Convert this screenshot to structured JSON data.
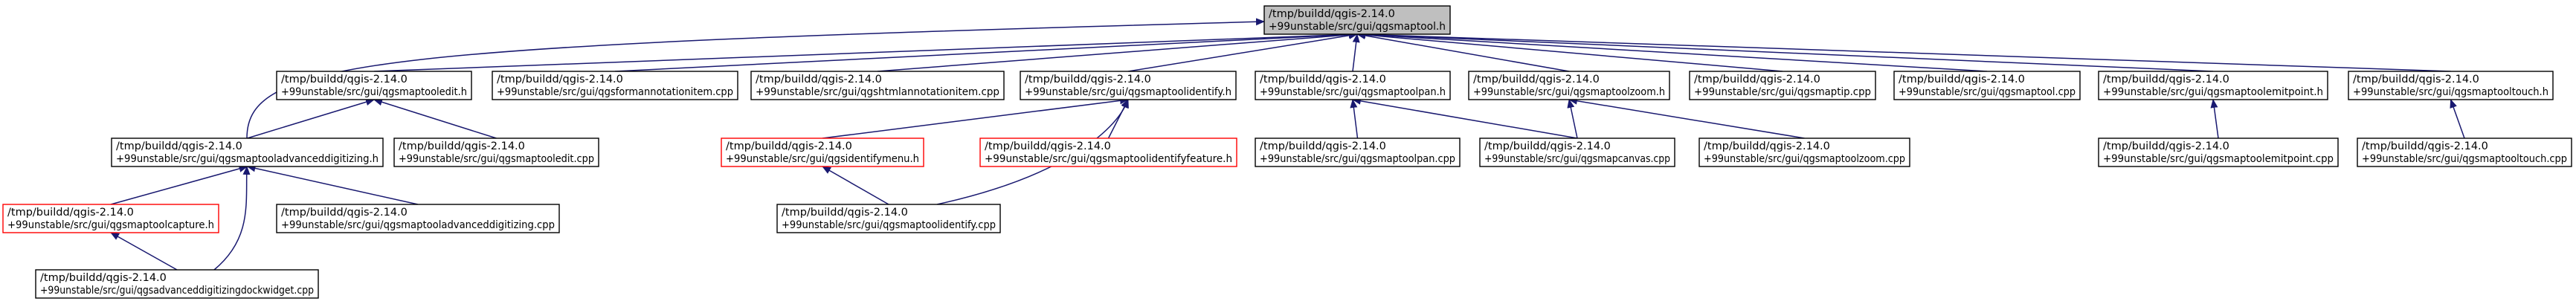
{
  "title": "",
  "colors": {
    "background": "#ffffff",
    "node_border": "#000000",
    "node_border_truncated": "#ff0000",
    "root_fill": "#bfbfbf",
    "node_fill": "#ffffff",
    "edge": "#191970"
  },
  "nodes": [
    {
      "id": "root",
      "line1": "/tmp/buildd/qgis-2.14.0",
      "line2": "+99unstable/src/gui/qgsmaptool.h",
      "style": "root"
    },
    {
      "id": "maptooledit_h",
      "line1": "/tmp/buildd/qgis-2.14.0",
      "line2": "+99unstable/src/gui/qgsmaptooledit.h",
      "style": "normal"
    },
    {
      "id": "formannotationitem_cpp",
      "line1": "/tmp/buildd/qgis-2.14.0",
      "line2": "+99unstable/src/gui/qgsformannotationitem.cpp",
      "style": "normal"
    },
    {
      "id": "htmlannotationitem_cpp",
      "line1": "/tmp/buildd/qgis-2.14.0",
      "line2": "+99unstable/src/gui/qgshtmlannotationitem.cpp",
      "style": "normal"
    },
    {
      "id": "maptoolidentify_h",
      "line1": "/tmp/buildd/qgis-2.14.0",
      "line2": "+99unstable/src/gui/qgsmaptoolidentify.h",
      "style": "normal"
    },
    {
      "id": "maptoolpan_h",
      "line1": "/tmp/buildd/qgis-2.14.0",
      "line2": "+99unstable/src/gui/qgsmaptoolpan.h",
      "style": "normal"
    },
    {
      "id": "maptoolzoom_h",
      "line1": "/tmp/buildd/qgis-2.14.0",
      "line2": "+99unstable/src/gui/qgsmaptoolzoom.h",
      "style": "normal"
    },
    {
      "id": "maptip_cpp",
      "line1": "/tmp/buildd/qgis-2.14.0",
      "line2": "+99unstable/src/gui/qgsmaptip.cpp",
      "style": "normal"
    },
    {
      "id": "maptool_cpp",
      "line1": "/tmp/buildd/qgis-2.14.0",
      "line2": "+99unstable/src/gui/qgsmaptool.cpp",
      "style": "normal"
    },
    {
      "id": "maptoolemitpoint_h",
      "line1": "/tmp/buildd/qgis-2.14.0",
      "line2": "+99unstable/src/gui/qgsmaptoolemitpoint.h",
      "style": "normal"
    },
    {
      "id": "maptooltouch_h",
      "line1": "/tmp/buildd/qgis-2.14.0",
      "line2": "+99unstable/src/gui/qgsmaptooltouch.h",
      "style": "normal"
    },
    {
      "id": "maptooladvanceddigitizing_h",
      "line1": "/tmp/buildd/qgis-2.14.0",
      "line2": "+99unstable/src/gui/qgsmaptooladvanceddigitizing.h",
      "style": "normal"
    },
    {
      "id": "maptooledit_cpp",
      "line1": "/tmp/buildd/qgis-2.14.0",
      "line2": "+99unstable/src/gui/qgsmaptooledit.cpp",
      "style": "normal"
    },
    {
      "id": "identifymenu_h",
      "line1": "/tmp/buildd/qgis-2.14.0",
      "line2": "+99unstable/src/gui/qgsidentifymenu.h",
      "style": "truncated"
    },
    {
      "id": "maptoolidentifyfeature_h",
      "line1": "/tmp/buildd/qgis-2.14.0",
      "line2": "+99unstable/src/gui/qgsmaptoolidentifyfeature.h",
      "style": "truncated"
    },
    {
      "id": "maptoolpan_cpp",
      "line1": "/tmp/buildd/qgis-2.14.0",
      "line2": "+99unstable/src/gui/qgsmaptoolpan.cpp",
      "style": "normal"
    },
    {
      "id": "mapcanvas_cpp",
      "line1": "/tmp/buildd/qgis-2.14.0",
      "line2": "+99unstable/src/gui/qgsmapcanvas.cpp",
      "style": "normal"
    },
    {
      "id": "maptoolzoom_cpp",
      "line1": "/tmp/buildd/qgis-2.14.0",
      "line2": "+99unstable/src/gui/qgsmaptoolzoom.cpp",
      "style": "normal"
    },
    {
      "id": "maptoolemitpoint_cpp",
      "line1": "/tmp/buildd/qgis-2.14.0",
      "line2": "+99unstable/src/gui/qgsmaptoolemitpoint.cpp",
      "style": "normal"
    },
    {
      "id": "maptooltouch_cpp",
      "line1": "/tmp/buildd/qgis-2.14.0",
      "line2": "+99unstable/src/gui/qgsmaptooltouch.cpp",
      "style": "normal"
    },
    {
      "id": "maptoolcapture_h",
      "line1": "/tmp/buildd/qgis-2.14.0",
      "line2": "+99unstable/src/gui/qgsmaptoolcapture.h",
      "style": "truncated"
    },
    {
      "id": "maptooladvanceddigitizing_cpp",
      "line1": "/tmp/buildd/qgis-2.14.0",
      "line2": "+99unstable/src/gui/qgsmaptooladvanceddigitizing.cpp",
      "style": "normal"
    },
    {
      "id": "maptoolidentify_cpp",
      "line1": "/tmp/buildd/qgis-2.14.0",
      "line2": "+99unstable/src/gui/qgsmaptoolidentify.cpp",
      "style": "normal"
    },
    {
      "id": "advanceddigitizingdockwidget_cpp",
      "line1": "/tmp/buildd/qgis-2.14.0",
      "line2": "+99unstable/src/gui/qgsadvanceddigitizingdockwidget.cpp",
      "style": "normal"
    }
  ],
  "edges": [
    {
      "from": "maptooledit_h",
      "to": "root"
    },
    {
      "from": "formannotationitem_cpp",
      "to": "root"
    },
    {
      "from": "htmlannotationitem_cpp",
      "to": "root"
    },
    {
      "from": "maptoolidentify_h",
      "to": "root"
    },
    {
      "from": "maptoolpan_h",
      "to": "root"
    },
    {
      "from": "maptoolzoom_h",
      "to": "root"
    },
    {
      "from": "maptip_cpp",
      "to": "root"
    },
    {
      "from": "maptool_cpp",
      "to": "root"
    },
    {
      "from": "maptoolemitpoint_h",
      "to": "root"
    },
    {
      "from": "maptooltouch_h",
      "to": "root"
    },
    {
      "from": "maptooladvanceddigitizing_h",
      "to": "root"
    },
    {
      "from": "maptooladvanceddigitizing_h",
      "to": "maptooledit_h"
    },
    {
      "from": "maptooledit_cpp",
      "to": "maptooledit_h"
    },
    {
      "from": "identifymenu_h",
      "to": "maptoolidentify_h"
    },
    {
      "from": "maptoolidentifyfeature_h",
      "to": "maptoolidentify_h"
    },
    {
      "from": "maptoolidentify_cpp",
      "to": "maptoolidentify_h"
    },
    {
      "from": "maptoolidentify_cpp",
      "to": "identifymenu_h"
    },
    {
      "from": "maptoolpan_cpp",
      "to": "maptoolpan_h"
    },
    {
      "from": "mapcanvas_cpp",
      "to": "maptoolpan_h"
    },
    {
      "from": "mapcanvas_cpp",
      "to": "maptoolzoom_h"
    },
    {
      "from": "maptoolzoom_cpp",
      "to": "maptoolzoom_h"
    },
    {
      "from": "maptoolemitpoint_cpp",
      "to": "maptoolemitpoint_h"
    },
    {
      "from": "maptooltouch_cpp",
      "to": "maptooltouch_h"
    },
    {
      "from": "maptoolcapture_h",
      "to": "maptooladvanceddigitizing_h"
    },
    {
      "from": "maptooladvanceddigitizing_cpp",
      "to": "maptooladvanceddigitizing_h"
    },
    {
      "from": "advanceddigitizingdockwidget_cpp",
      "to": "maptooladvanceddigitizing_h"
    },
    {
      "from": "advanceddigitizingdockwidget_cpp",
      "to": "maptoolcapture_h"
    }
  ]
}
